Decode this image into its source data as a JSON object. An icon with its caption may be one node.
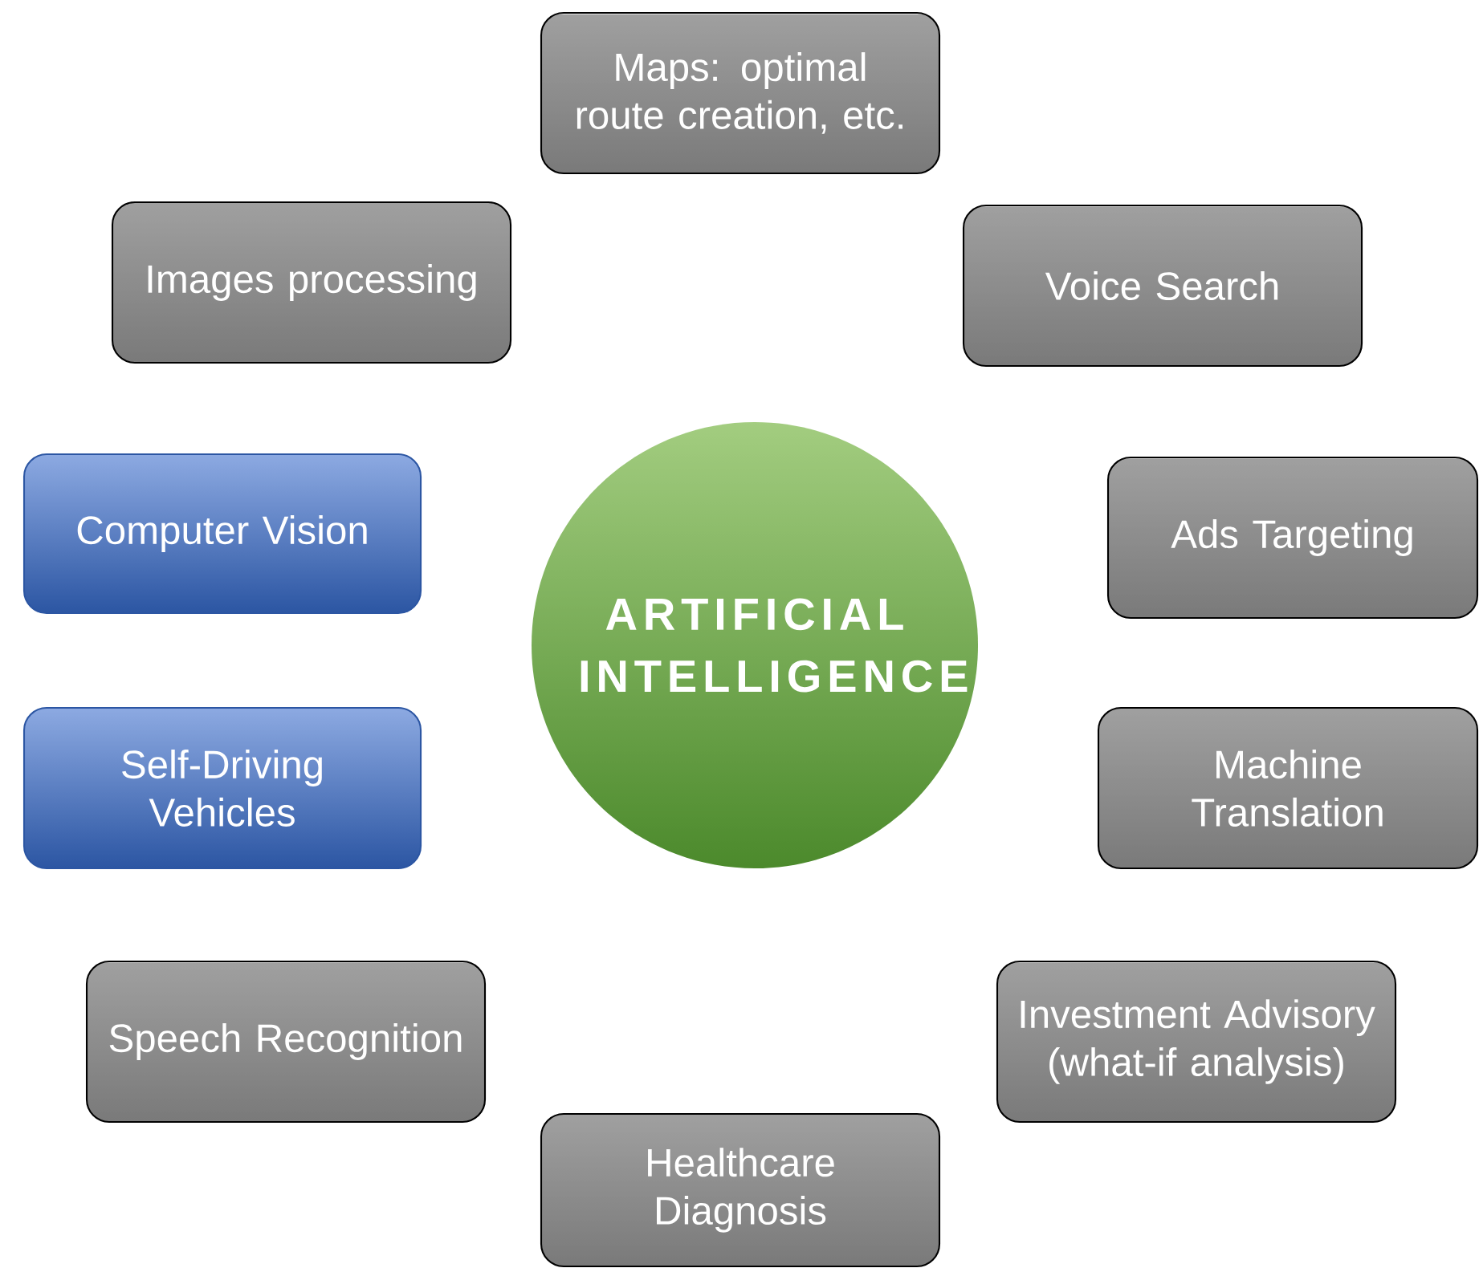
{
  "diagram": {
    "nodes": [
      {
        "text": [
          "ARTIFICIAL INTELLIGENCE"
        ]
      },
      {
        "text": [
          "Maps: optimal route creation, etc."
        ]
      },
      {
        "text": [
          "Images processing"
        ]
      },
      {
        "text": [
          "Voice Search"
        ]
      },
      {
        "text": [
          "Computer Vision"
        ]
      },
      {
        "text": [
          "Ads Targeting"
        ]
      },
      {
        "text": [
          "Self-Driving Vehicles"
        ]
      },
      {
        "text": [
          "Machine Translation"
        ]
      },
      {
        "text": [
          "Speech Recognition"
        ]
      },
      {
        "text": [
          "Investment Advisory (what-if analysis)"
        ]
      },
      {
        "text": [
          "Healthcare Diagnosis"
        ]
      }
    ]
  }
}
